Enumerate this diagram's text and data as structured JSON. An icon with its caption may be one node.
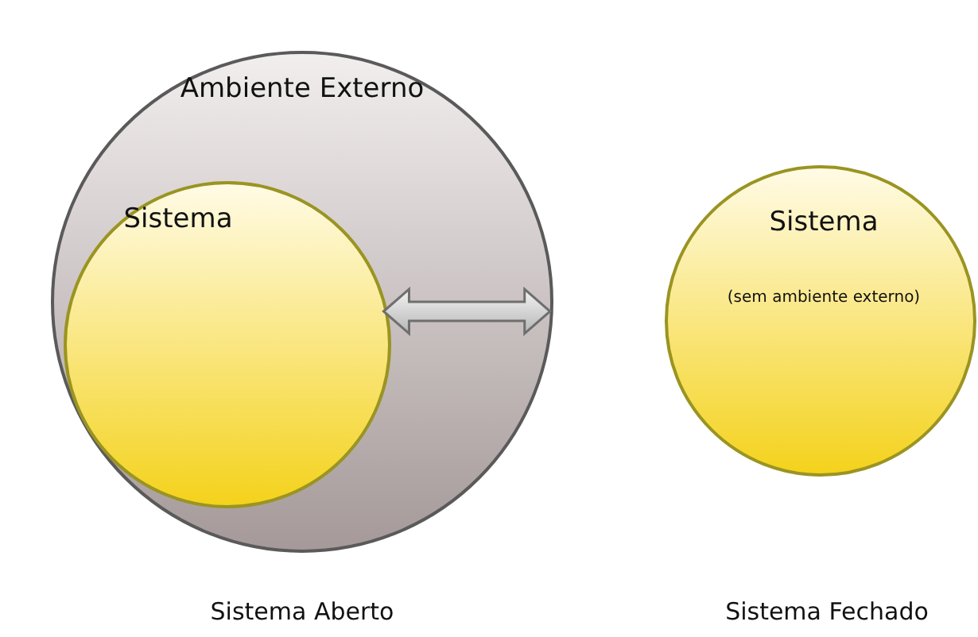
{
  "diagram": {
    "nodes": [
      {
        "text": [
          "Ambiente Externo"
        ]
      },
      {
        "text": [
          "Sistema"
        ],
        "in": 0
      },
      {
        "text": [
          "Sistema",
          "(sem ambiente externo)"
        ]
      }
    ],
    "edges": [
      {
        "from": 1,
        "to": 0,
        "arrow": "both"
      }
    ],
    "labels": [
      "Sistema Aberto",
      "Sistema Fechado"
    ]
  }
}
